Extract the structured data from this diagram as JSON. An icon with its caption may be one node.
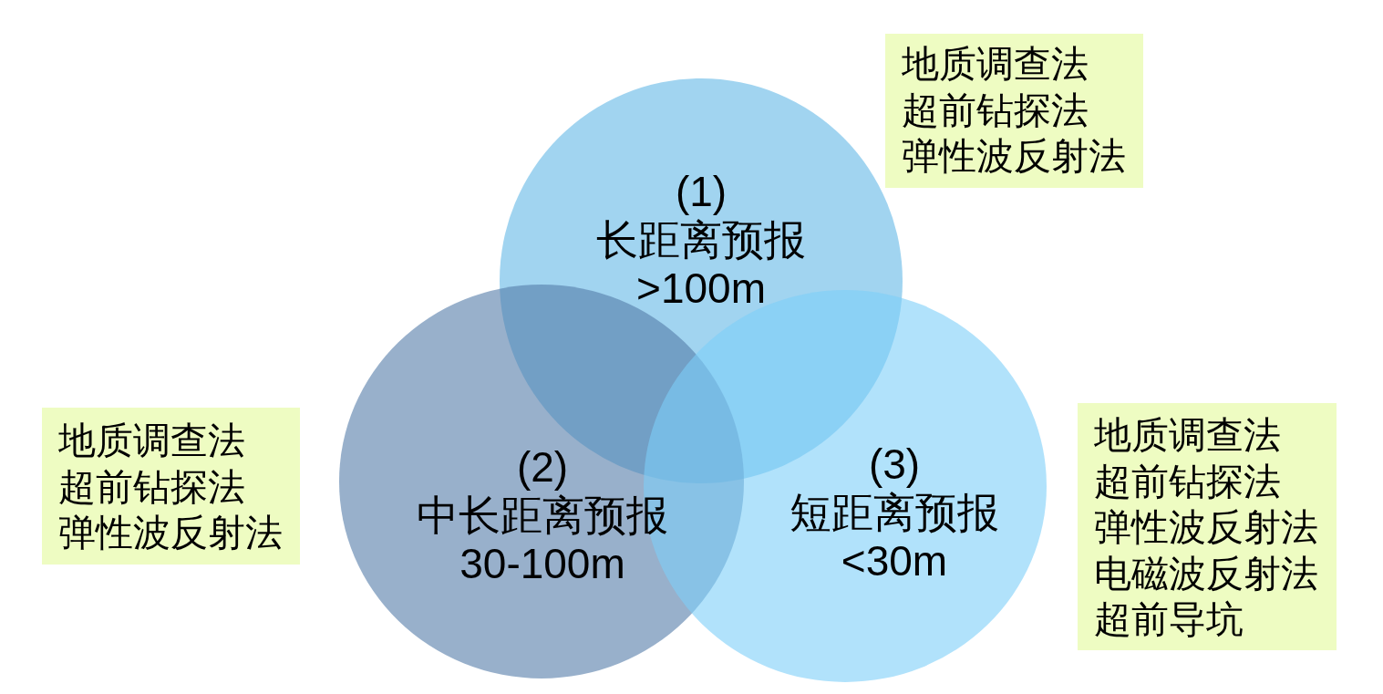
{
  "diagram": {
    "nodes": [
      {
        "text": [
          "(1)",
          "长距离预报",
          ">100m"
        ]
      },
      {
        "text": [
          "地质调查法",
          "超前钻探法",
          "弹性波反射法"
        ]
      },
      {
        "text": [
          "(2)",
          "中长距离预报",
          "30-100m"
        ]
      },
      {
        "text": [
          "地质调查法",
          "超前钻探法",
          "弹性波反射法"
        ]
      },
      {
        "text": [
          "(3)",
          "短距离预报",
          "<30m"
        ]
      },
      {
        "text": [
          "地质调查法",
          "超前钻探法",
          "弹性波反射法",
          "电磁波反射法",
          "超前导坑"
        ]
      }
    ]
  }
}
